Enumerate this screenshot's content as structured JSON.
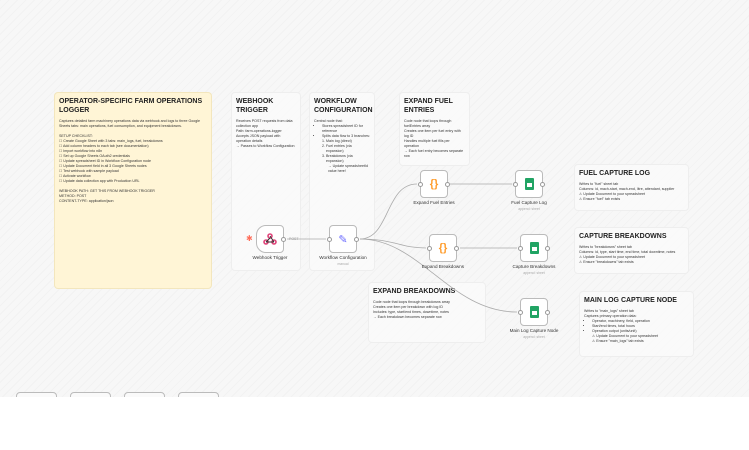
{
  "sticky_main": {
    "title": "OPERATOR-SPECIFIC FARM OPERATIONS LOGGER",
    "body": "Captures detailed farm machinery operations data via webhook and logs to three Google Sheets tabs: main operations, fuel consumption, and equipment breakdowns.\n\nSETUP CHECKLIST:\n☐ Create Google Sheet with 3 tabs: main_logs, fuel, breakdowns\n☐ Add column headers to each tab (see documentation)\n☐ Import workflow into n8n\n☐ Set up Google Sheets OAuth2 credentials\n☐ Update spreadsheet ID in Workflow Configuration node\n☐ Update Document field in all 3 Google Sheets nodes\n☐ Test webhook with sample payload\n☐ Activate workflow\n☐ Update data collection app with Production URL\n\nWEBHOOK PATH: GET THIS FROM WEBHOOK TRIGGER\nMETHOD: POST\nCONTENT-TYPE: application/json"
  },
  "sticky_webhook": {
    "title": "WEBHOOK TRIGGER",
    "body": "Receives POST requests from data collection app\nPath: farm-operations-logger\nAccepts JSON payload with operation details\n→ Passes to Workflow Configuration"
  },
  "sticky_config": {
    "title": "WORKFLOW CONFIGURATION",
    "intro": "Central node that:",
    "bullets": [
      "Stores spreadsheet ID for reference",
      "Splits data flow to 3 branches:"
    ],
    "branches": [
      "Main log (direct)",
      "Fuel entries (via expansion)",
      "Breakdowns (via expansion)"
    ],
    "note": "→ Update spreadsheetId value here!"
  },
  "sticky_fuel": {
    "title": "EXPAND FUEL ENTRIES",
    "body": "Code node that loops through fuelEntries array\nCreates one item per fuel entry with log ID\nHandles multiple fuel fills per operation\n→ Each fuel entry becomes separate row"
  },
  "sticky_fuel_log": {
    "title": "FUEL CAPTURE LOG",
    "body": "Writes to \"fuel\" sheet tab\nColumns: id, mach-start, mach-end, litre, attendant, supplier\n⚠ Update Document to your spreadsheet\n⚠ Ensure \"fuel\" tab exists"
  },
  "sticky_breakdowns_cap": {
    "title": "CAPTURE BREAKDOWNS",
    "body": "Writes to \"breakdowns\" sheet tab\nColumns: id, type, start time, end time, total downtime, notes\n⚠ Update Document to your spreadsheet\n⚠ Ensure \"breakdowns\" tab exists"
  },
  "sticky_main_log": {
    "title": "MAIN LOG CAPTURE NODE",
    "intro": "Writes to \"main_logs\" sheet tab\nCaptures primary operation data:",
    "bullets": [
      "Operator, machinery, field, operation",
      "Start/end times, total hours",
      "Operation output (units/unit)"
    ],
    "warn": "⚠ Update Document to your spreadsheet\n⚠ Ensure \"main_logs\" tab exists"
  },
  "sticky_expand_bd": {
    "title": "EXPAND BREAKDOWNS",
    "body": "Code node that loops through breakdowns array\nCreates one item per breakdown with log ID\nIncludes: type, start/end times, downtime, notes\n→ Each breakdown becomes separate row"
  },
  "nodes": {
    "webhook": {
      "label": "Webhook Trigger",
      "edge_label": "POST",
      "icon": "webhook-icon"
    },
    "config": {
      "label": "Workflow Configuration",
      "sub": "manual",
      "icon": "pencil-icon"
    },
    "expand_fuel": {
      "label": "Expand Fuel Entries",
      "icon": "code-braces-icon"
    },
    "fuel_log": {
      "label": "Fuel Capture Log",
      "sub": "append: sheet",
      "icon": "google-sheets-icon"
    },
    "expand_bd": {
      "label": "Expand Breakdowns",
      "icon": "code-braces-icon"
    },
    "cap_bd": {
      "label": "Capture Breakdowns",
      "sub": "append: sheet",
      "icon": "google-sheets-icon"
    },
    "main_log": {
      "label": "Main Log Capture Node",
      "sub": "append: sheet",
      "icon": "google-sheets-icon"
    }
  },
  "colors": {
    "sticky_yellow": "#fff5d6",
    "code": "#ff9c2b",
    "sheets": "#21a464",
    "webhook": "#e0457b",
    "pencil": "#6b6bff"
  }
}
